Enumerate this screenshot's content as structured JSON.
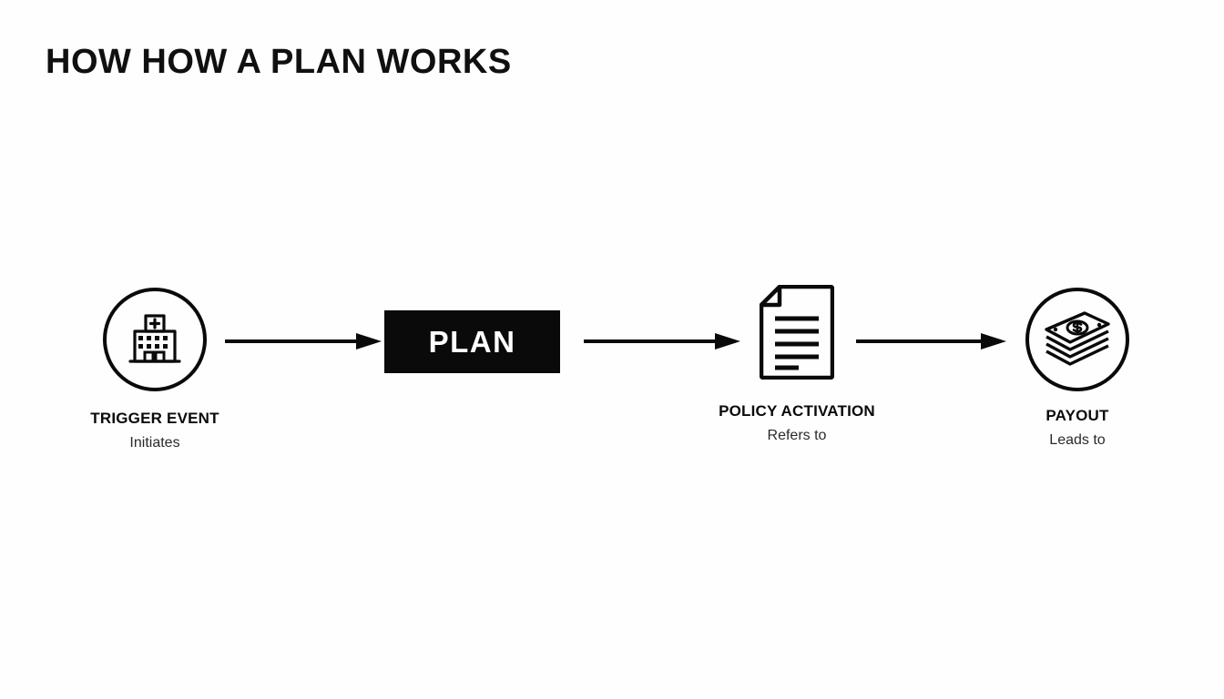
{
  "title": "HOW HOW A PLAN WORKS",
  "colors": {
    "background": "#fefefe",
    "ink": "#0a0a0a",
    "plan_box_fill": "#0a0a0a",
    "plan_box_text": "#ffffff"
  },
  "plan_box": {
    "label": "PLAN",
    "icon": "filled-rectangle"
  },
  "nodes": [
    {
      "id": "trigger-event",
      "label": "TRIGGER EVENT",
      "sublabel": "Initiates",
      "icon": "hospital-icon",
      "frame": "circle"
    },
    {
      "id": "policy-activation",
      "label": "POLICY ACTIVATION",
      "sublabel": "Refers to",
      "icon": "document-icon",
      "frame": "none"
    },
    {
      "id": "payout",
      "label": "PAYOUT",
      "sublabel": "Leads to",
      "icon": "money-stack-icon",
      "frame": "circle"
    }
  ],
  "arrows": [
    {
      "id": "arrow-1",
      "from": "trigger-event",
      "to": "plan-box",
      "direction": "right"
    },
    {
      "id": "arrow-2",
      "from": "plan-box",
      "to": "policy-activation",
      "direction": "right"
    },
    {
      "id": "arrow-3",
      "from": "policy-activation",
      "to": "payout",
      "direction": "right"
    }
  ]
}
